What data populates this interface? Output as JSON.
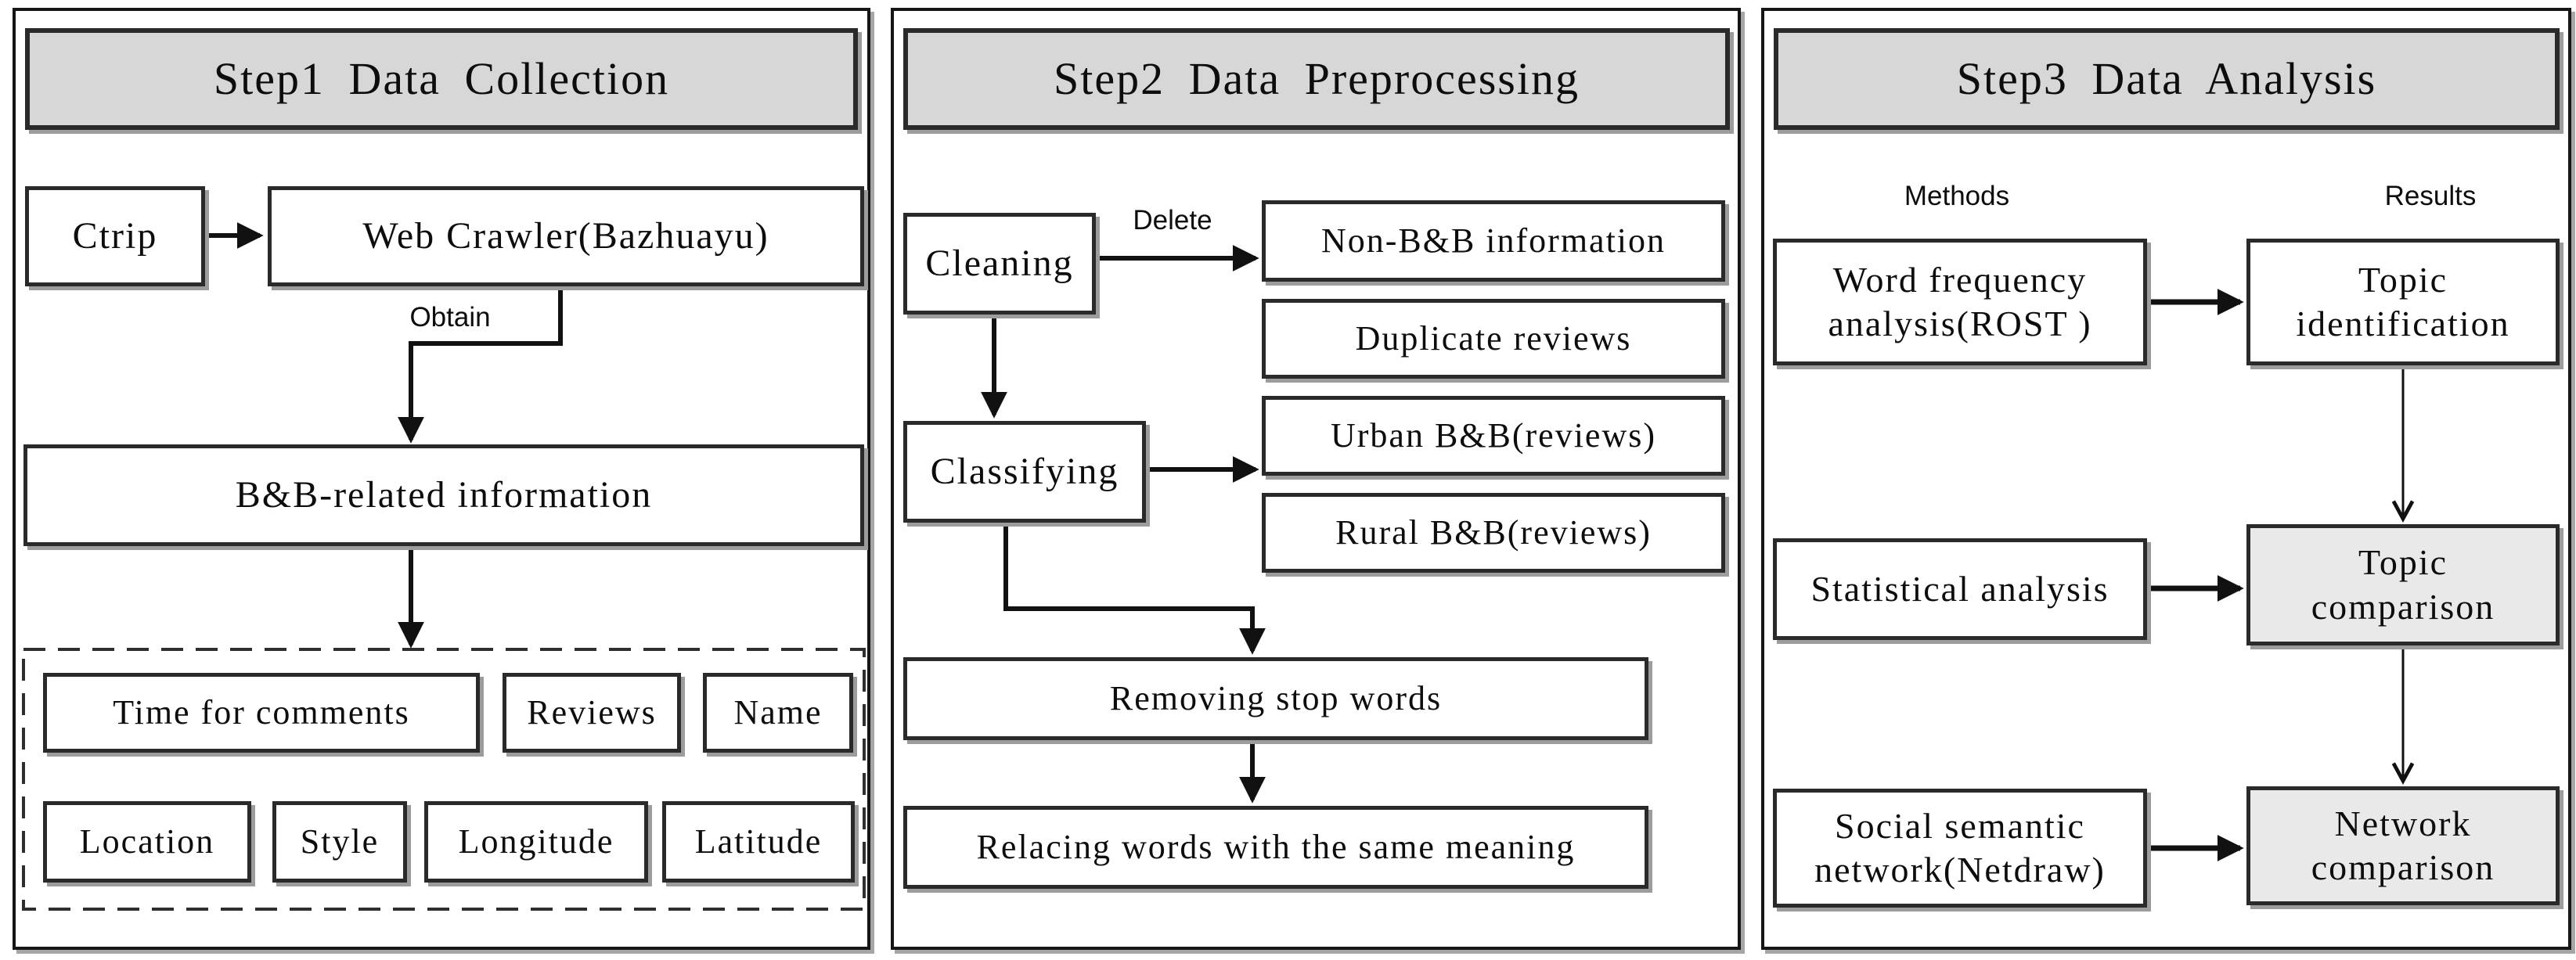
{
  "colors": {
    "panel_border": "#161616",
    "box_border": "#2a2a2a",
    "header_fill": "#d7d7d7",
    "result_fill": "#e9e9e9",
    "box_fill": "#ffffff",
    "shadow": "#9c9c9c",
    "connector": "#111111",
    "text": "#0d0d0d"
  },
  "panels": {
    "step1": {
      "title": "Step1 Data Collection",
      "edge_labels": {
        "obtain": "Obtain"
      },
      "nodes": {
        "ctrip": "Ctrip",
        "crawler": "Web Crawler(Bazhuayu)",
        "bnb_info": "B&B-related information",
        "fields_row1": [
          "Time for comments",
          "Reviews",
          "Name"
        ],
        "fields_row2": [
          "Location",
          "Style",
          "Longitude",
          "Latitude"
        ]
      }
    },
    "step2": {
      "title": "Step2 Data Preprocessing",
      "edge_labels": {
        "delete": "Delete"
      },
      "nodes": {
        "cleaning": "Cleaning",
        "non_bnb": "Non-B&B information",
        "duplicate": "Duplicate reviews",
        "classifying": "Classifying",
        "urban": "Urban B&B(reviews)",
        "rural": "Rural B&B(reviews)",
        "removing_stop_words": "Removing stop words",
        "relacing_words": "Relacing words with the same meaning"
      }
    },
    "step3": {
      "title": "Step3 Data Analysis",
      "column_labels": {
        "methods": "Methods",
        "results": "Results"
      },
      "nodes": {
        "word_frequency": [
          "Word frequency",
          "analysis(ROST )"
        ],
        "topic_identification": [
          "Topic",
          "identification"
        ],
        "statistical_analysis": "Statistical analysis",
        "topic_comparison": [
          "Topic",
          "comparison"
        ],
        "social_semantic": [
          "Social semantic",
          "network(Netdraw)"
        ],
        "network_comparison": [
          "Network",
          "comparison"
        ]
      }
    }
  }
}
